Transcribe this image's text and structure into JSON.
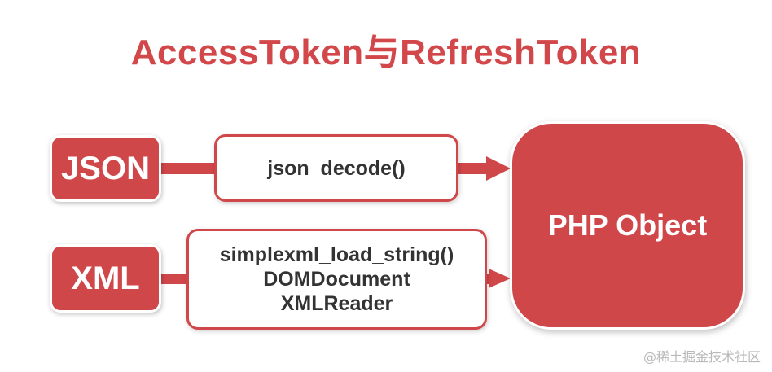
{
  "title": "AccessToken与RefreshToken",
  "sources": {
    "json": "JSON",
    "xml": "XML"
  },
  "functions": {
    "json": [
      "json_decode()"
    ],
    "xml": [
      "simplexml_load_string()",
      "DOMDocument",
      "XMLReader"
    ]
  },
  "target": "PHP Object",
  "watermark": "@稀土掘金技术社区",
  "colors": {
    "accent": "#d0474a",
    "title": "#d2474a",
    "function_text": "#333333"
  }
}
